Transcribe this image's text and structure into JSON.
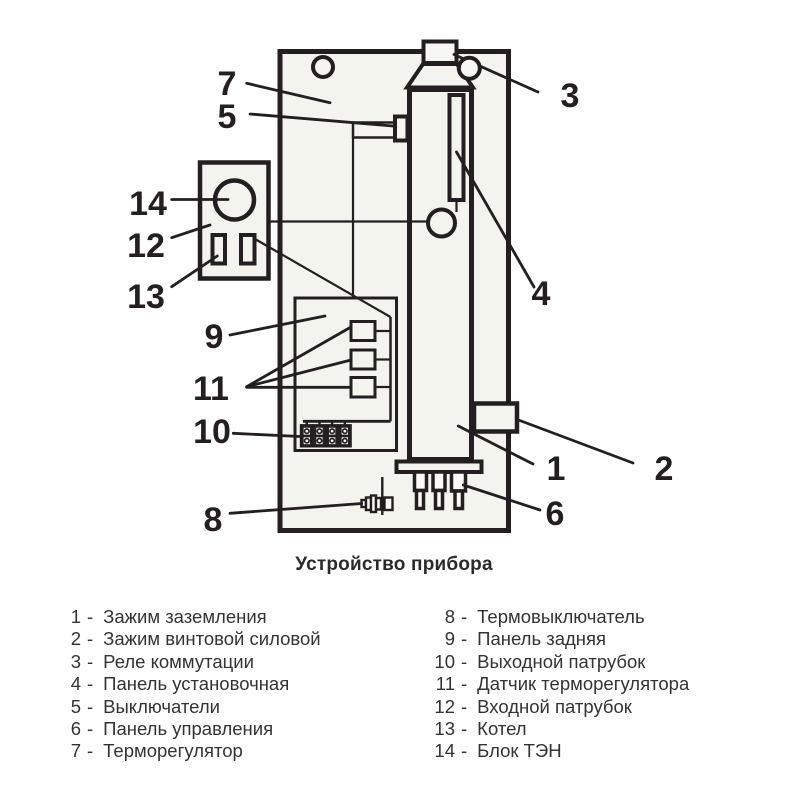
{
  "title": "Устройство прибора",
  "legend": {
    "separator": "-",
    "left": [
      {
        "number": "1",
        "name": "Зажим заземления"
      },
      {
        "number": "2",
        "name": "Зажим винтовой силовой"
      },
      {
        "number": "3",
        "name": "Реле коммутации"
      },
      {
        "number": "4",
        "name": "Панель установочная"
      },
      {
        "number": "5",
        "name": "Выключатели"
      },
      {
        "number": "6",
        "name": "Панель управления"
      },
      {
        "number": "7",
        "name": "Терморегулятор"
      }
    ],
    "right": [
      {
        "number": "8",
        "name": "Термовыключатель"
      },
      {
        "number": "9",
        "name": "Панель задняя"
      },
      {
        "number": "10",
        "name": "Выходной патрубок"
      },
      {
        "number": "11",
        "name": "Датчик терморегулятора"
      },
      {
        "number": "12",
        "name": "Входной патрубок"
      },
      {
        "number": "13",
        "name": "Котел"
      },
      {
        "number": "14",
        "name": "Блок ТЭН"
      }
    ]
  },
  "colors": {
    "line": "#231f20",
    "panel_fill": "#f3f4ee",
    "part_fill": "#fafaf7",
    "text": "#333333",
    "background": "#ffffff"
  }
}
